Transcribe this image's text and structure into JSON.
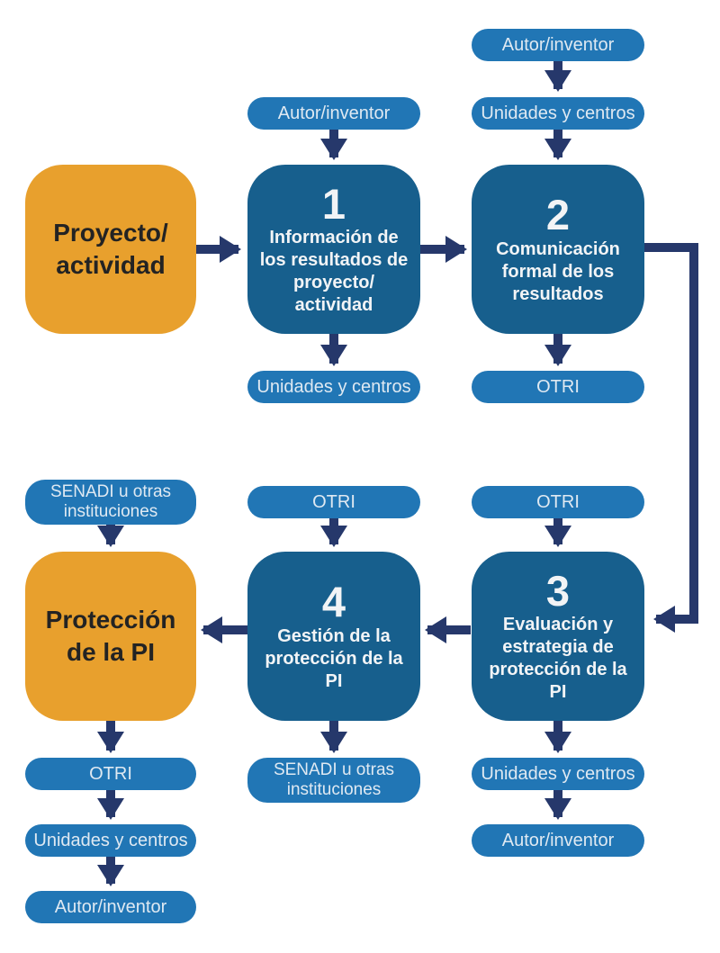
{
  "palette": {
    "pill_blue": "#2176b5",
    "box_blue": "#175f8d",
    "orange": "#e8a02d",
    "arrow_navy": "#26386b",
    "pill_text": "#dfe9f2",
    "box_text": "#f2f4f6",
    "orange_text": "#232323",
    "background": "#ffffff"
  },
  "nodes": {
    "project": {
      "label": "Proyecto/\nactividad"
    },
    "step1": {
      "number": "1",
      "title": "Información de los resultados de proyecto/ actividad"
    },
    "step2": {
      "number": "2",
      "title": "Comunicación formal de los resultados"
    },
    "step3": {
      "number": "3",
      "title": "Evaluación y estrategia de protección de la PI"
    },
    "step4": {
      "number": "4",
      "title": "Gestión de la protección de la PI"
    },
    "protection": {
      "label": "Protección\nde la PI"
    }
  },
  "pills": {
    "step1_in": "Autor/inventor",
    "step1_out": "Unidades y centros",
    "step2_in_1": "Autor/inventor",
    "step2_in_2": "Unidades y centros",
    "step2_out": "OTRI",
    "step3_in": "OTRI",
    "step3_out_1": "Unidades y centros",
    "step3_out_2": "Autor/inventor",
    "step4_in": "OTRI",
    "step4_out": "SENADI u otras instituciones",
    "protection_in": "SENADI u otras instituciones",
    "protection_out_1": "OTRI",
    "protection_out_2": "Unidades y centros",
    "protection_out_3": "Autor/inventor"
  }
}
